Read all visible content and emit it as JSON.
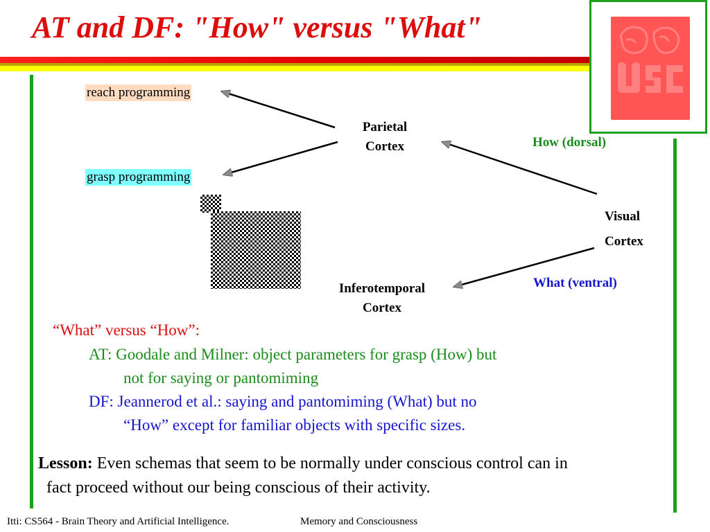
{
  "slide": {
    "title": "AT and DF: \"How\" versus \"What\"",
    "colors": {
      "title": "#dd0d0d",
      "green": "#1a8c1a",
      "blue": "#1515d0",
      "frame": "#1ba11b",
      "logo": "#ff5555"
    }
  },
  "diagram": {
    "reach_label": "reach programming",
    "grasp_label": "grasp programming",
    "parietal": {
      "line1": "Parietal",
      "line2": "Cortex"
    },
    "visual": {
      "line1": "Visual",
      "line2": "Cortex"
    },
    "inferotemporal": {
      "line1": "Inferotemporal",
      "line2": "Cortex"
    },
    "how_label": "How (dorsal)",
    "what_label": "What (ventral)"
  },
  "body": {
    "what_vs_how": "“What” versus “How”:",
    "at_line1": "AT: Goodale and Milner: object parameters for grasp (How) but",
    "at_line2": "not for saying or pantomiming",
    "df_line1": "DF: Jeannerod et al.: saying and pantomiming (What) but no",
    "df_line2": "“How” except for familiar objects with specific sizes."
  },
  "lesson": {
    "label": "Lesson:",
    "line1": "Even schemas that seem to be normally under conscious control can in",
    "line2": "fact proceed without our being conscious of their activity."
  },
  "footer": {
    "course": "Itti: CS564 - Brain Theory and Artificial Intelligence.",
    "topic": "Memory and Consciousness"
  },
  "logo": {
    "icon": "usc-brain-logo"
  }
}
